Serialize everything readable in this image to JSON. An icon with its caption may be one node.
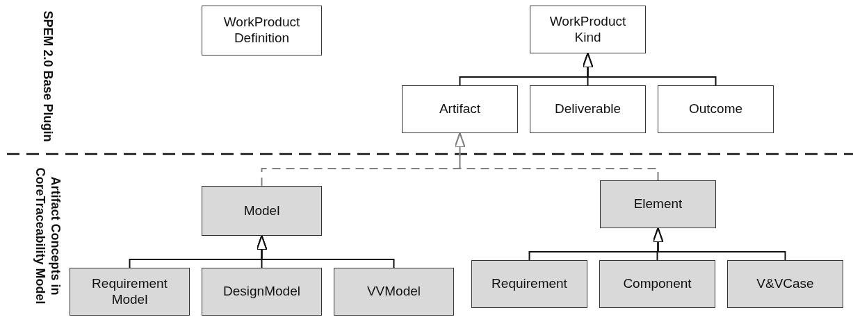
{
  "diagram": {
    "nodes": [
      {
        "text": [
          "WorkProduct Definition"
        ]
      },
      {
        "text": [
          "WorkProduct Kind"
        ]
      },
      {
        "text": [
          "Artifact"
        ]
      },
      {
        "text": [
          "Deliverable"
        ]
      },
      {
        "text": [
          "Outcome"
        ]
      },
      {
        "text": [
          "Model"
        ]
      },
      {
        "text": [
          "Element"
        ]
      },
      {
        "text": [
          "Requirement Model"
        ]
      },
      {
        "text": [
          "DesignModel"
        ]
      },
      {
        "text": [
          "VVModel"
        ]
      },
      {
        "text": [
          "Requirement"
        ]
      },
      {
        "text": [
          "Component"
        ]
      },
      {
        "text": [
          "V&VCase"
        ]
      }
    ],
    "edges": [
      {
        "from": 2,
        "to": 1,
        "arrow": "to"
      },
      {
        "from": 3,
        "to": 1,
        "arrow": "to"
      },
      {
        "from": 4,
        "to": 1,
        "arrow": "to"
      },
      {
        "from": 5,
        "to": 2,
        "arrow": "to",
        "style": "dashed",
        "color": "#808080"
      },
      {
        "from": 6,
        "to": 2,
        "arrow": "to",
        "style": "dashed",
        "color": "#808080"
      },
      {
        "from": 7,
        "to": 5,
        "arrow": "to"
      },
      {
        "from": 8,
        "to": 5,
        "arrow": "to"
      },
      {
        "from": 9,
        "to": 5,
        "arrow": "to"
      },
      {
        "from": 10,
        "to": 6,
        "arrow": "to"
      },
      {
        "from": 11,
        "to": 6,
        "arrow": "to"
      },
      {
        "from": 12,
        "to": 6,
        "arrow": "to"
      }
    ],
    "labels": [
      "SPEM 2.0 Base Plugin",
      "Artifact Concepts in CoreTraceability Model"
    ]
  }
}
